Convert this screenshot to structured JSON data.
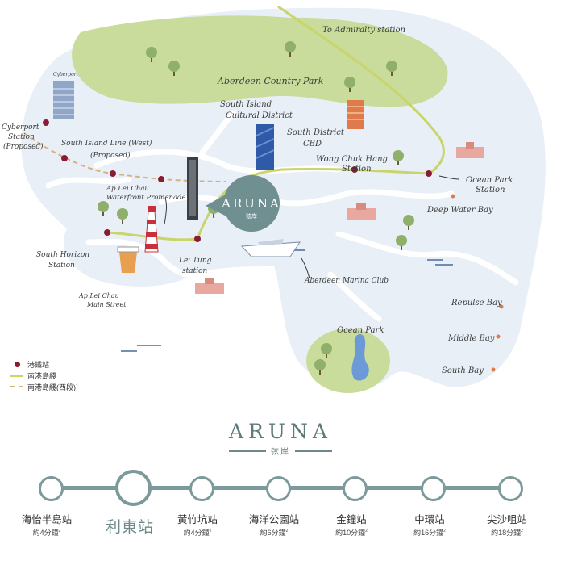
{
  "map": {
    "labels": {
      "admiralty": "To Admiralty station",
      "country_park": "Aberdeen Country Park",
      "cyberport": "Cyberport",
      "cyberport_station_1": "Cyberport",
      "cyberport_station_2": "Station",
      "cyberport_station_3": "(Proposed)",
      "south_island_west_1": "South Island Line (West)",
      "south_island_west_2": "(Proposed)",
      "cultural_1": "South Island",
      "cultural_2": "Cultural District",
      "cbd_1": "South District",
      "cbd_2": "CBD",
      "wong_1": "Wong Chuk Hang",
      "wong_2": "Station",
      "ocean_station_1": "Ocean Park",
      "ocean_station_2": "Station",
      "promenade_1": "Ap Lei Chau",
      "promenade_2": "Waterfront Promenade",
      "deep_water": "Deep Water Bay",
      "south_horizons_1": "South Horizon",
      "south_horizons_2": "Station",
      "lei_tung_1": "Lei Tung",
      "lei_tung_2": "station",
      "main_street_1": "Ap Lei Chau",
      "main_street_2": "Main Street",
      "marina": "Aberdeen Marina Club",
      "ocean_park": "Ocean Park",
      "repulse": "Repulse Bay",
      "middle": "Middle Bay",
      "south_bay": "South Bay",
      "aruna_badge": "ARUNA",
      "aruna_badge_sub": "弦岸"
    }
  },
  "legend": {
    "station": "港鐵站",
    "line": "南港島綫",
    "line_west": "南港島綫(西段)",
    "line_west_note": "1"
  },
  "brand": {
    "name": "ARUNA",
    "sub": "弦岸"
  },
  "route": {
    "stations": [
      {
        "name": "海怡半島站",
        "time": "約4分鐘",
        "note": "2"
      },
      {
        "name": "利東站",
        "time": "",
        "note": ""
      },
      {
        "name": "黃竹坑站",
        "time": "約4分鐘",
        "note": "2"
      },
      {
        "name": "海洋公園站",
        "time": "約6分鐘",
        "note": "2"
      },
      {
        "name": "金鐘站",
        "time": "約10分鐘",
        "note": "2"
      },
      {
        "name": "中環站",
        "time": "約16分鐘",
        "note": "2"
      },
      {
        "name": "尖沙咀站",
        "time": "約18分鐘",
        "note": "2"
      }
    ]
  }
}
